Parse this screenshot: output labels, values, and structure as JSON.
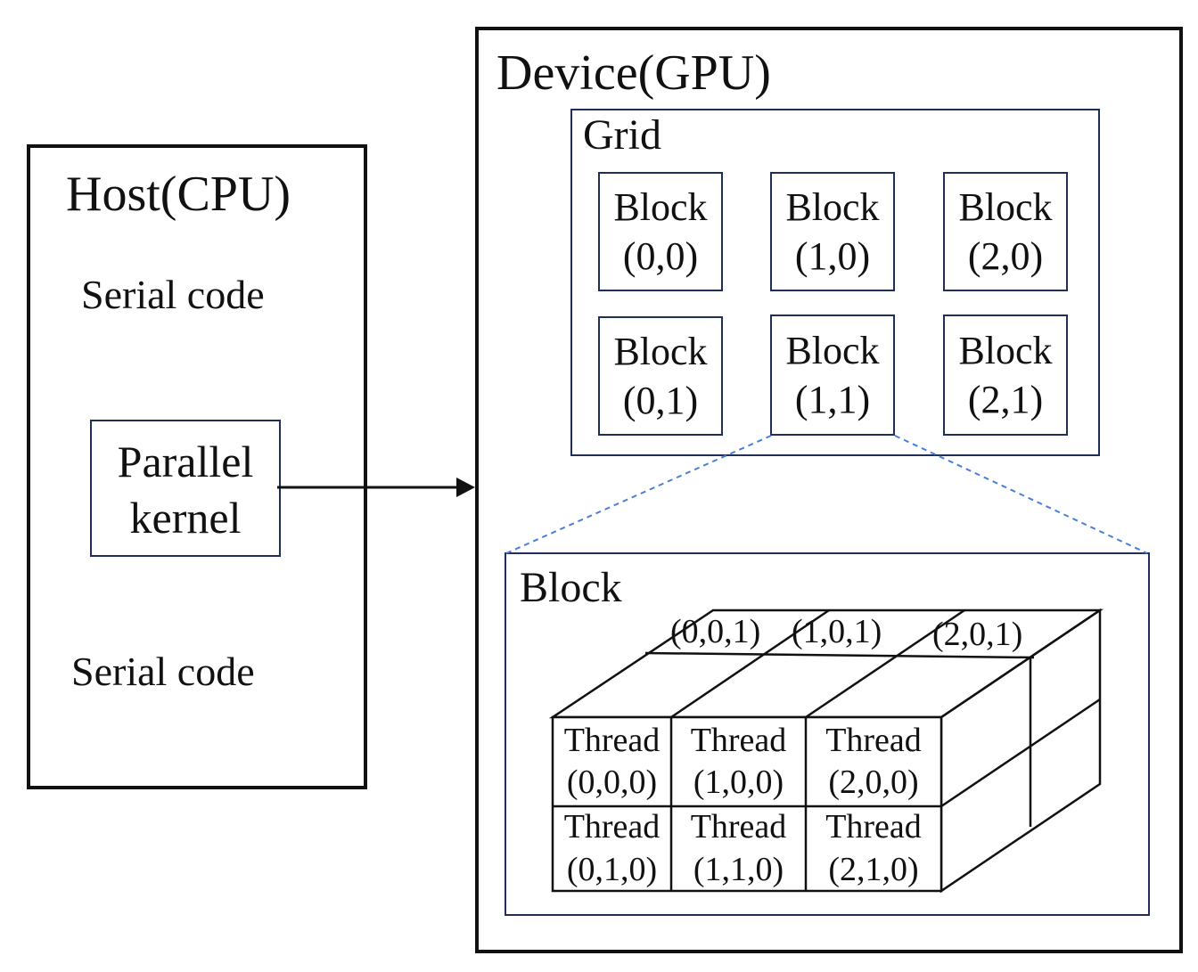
{
  "host": {
    "title": "Host(CPU)",
    "serial_top": "Serial code",
    "kernel_line1": "Parallel",
    "kernel_line2": "kernel",
    "serial_bottom": "Serial code"
  },
  "device": {
    "title": "Device(GPU)",
    "grid": {
      "label": "Grid",
      "blocks": [
        {
          "name": "Block",
          "coord": "(0,0)"
        },
        {
          "name": "Block",
          "coord": "(1,0)"
        },
        {
          "name": "Block",
          "coord": "(2,0)"
        },
        {
          "name": "Block",
          "coord": "(0,1)"
        },
        {
          "name": "Block",
          "coord": "(1,1)"
        },
        {
          "name": "Block",
          "coord": "(2,1)"
        }
      ]
    },
    "block_detail": {
      "label": "Block",
      "back_layer": [
        "(0,0,1)",
        "(1,0,1)",
        "(2,0,1)"
      ],
      "threads": [
        {
          "name": "Thread",
          "coord": "(0,0,0)"
        },
        {
          "name": "Thread",
          "coord": "(1,0,0)"
        },
        {
          "name": "Thread",
          "coord": "(2,0,0)"
        },
        {
          "name": "Thread",
          "coord": "(0,1,0)"
        },
        {
          "name": "Thread",
          "coord": "(1,1,0)"
        },
        {
          "name": "Thread",
          "coord": "(2,1,0)"
        }
      ]
    }
  },
  "colors": {
    "border_dark": "#111111",
    "border_navy": "#1f2f5a",
    "dashed_line": "#4a7fd6"
  }
}
